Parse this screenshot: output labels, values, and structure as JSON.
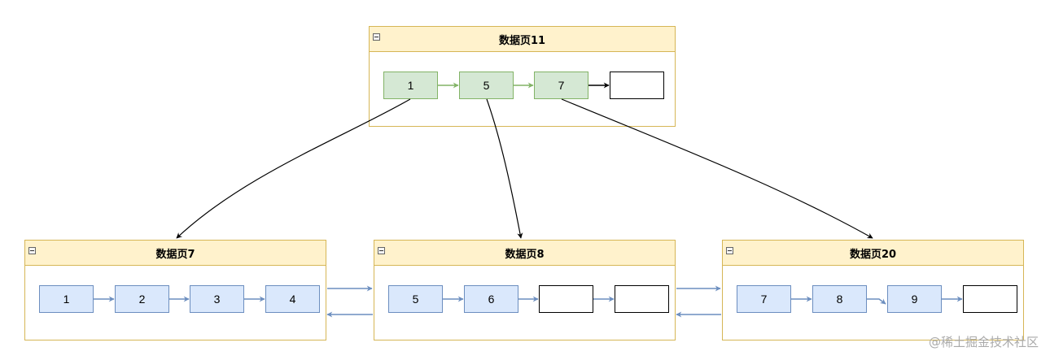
{
  "pages": {
    "p11": {
      "title": "数据页11",
      "cells": [
        "1",
        "5",
        "7",
        ""
      ]
    },
    "p7": {
      "title": "数据页7",
      "cells": [
        "1",
        "2",
        "3",
        "4"
      ]
    },
    "p8": {
      "title": "数据页8",
      "cells": [
        "5",
        "6",
        "",
        ""
      ]
    },
    "p20": {
      "title": "数据页20",
      "cells": [
        "7",
        "8",
        "9",
        ""
      ]
    }
  },
  "colors": {
    "page_border": "#d6b656",
    "page_header": "#fff2cc",
    "green_fill": "#d5e8d4",
    "green_border": "#82b366",
    "blue_fill": "#dae8fc",
    "blue_border": "#6c8ebf",
    "arrow_black": "#000000"
  },
  "watermark": "@稀土掘金技术社区"
}
